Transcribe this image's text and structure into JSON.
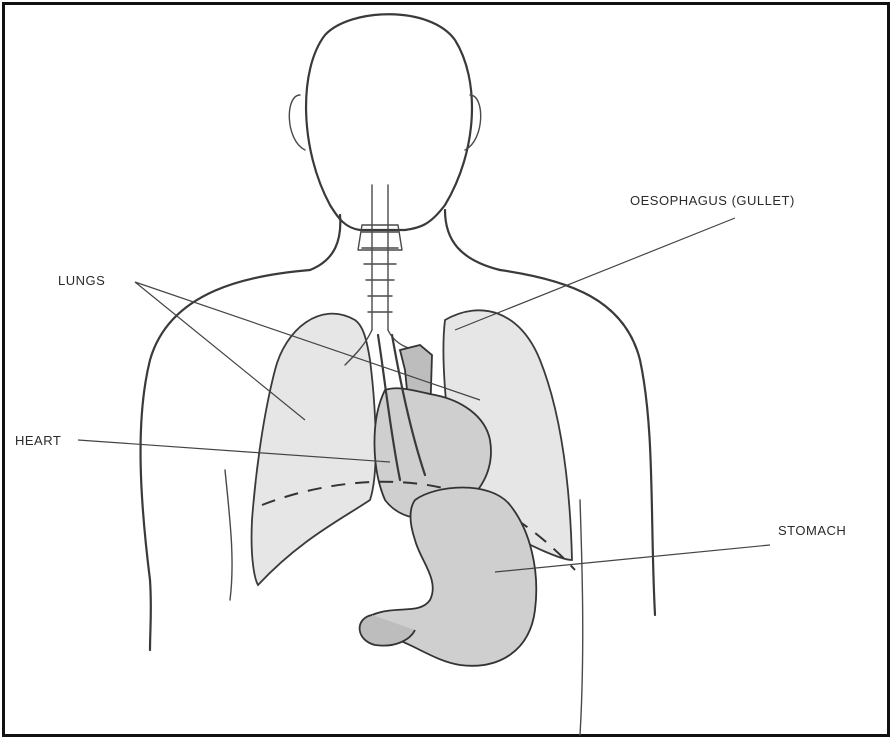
{
  "labels": {
    "lungs": "LUNGS",
    "oesophagus": "OESOPHAGUS (GULLET)",
    "heart": "HEART",
    "stomach": "STOMACH"
  }
}
